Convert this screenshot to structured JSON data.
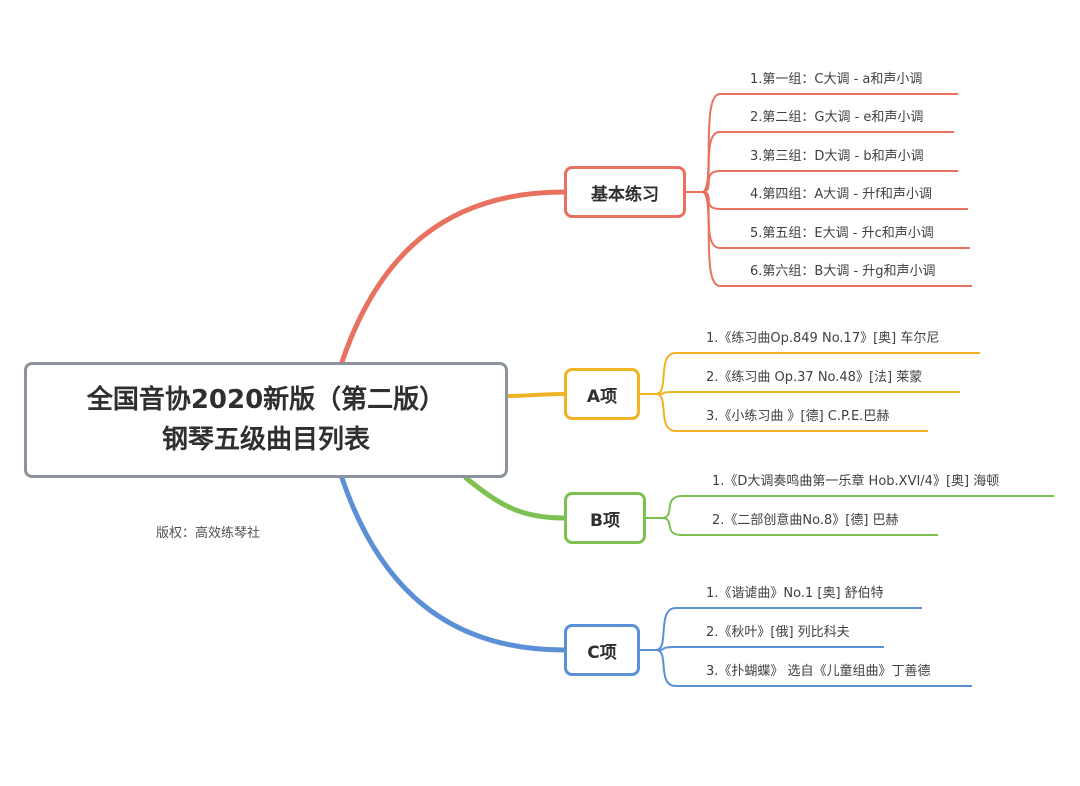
{
  "root": {
    "line1": "全国音协2020新版（第二版）",
    "line2": "钢琴五级曲目列表"
  },
  "copyright": "版权：高效练琴社",
  "branches": [
    {
      "label": "基本练习",
      "color": "#e8725f",
      "items": [
        "1.第一组：C大调 - a和声小调",
        "2.第二组：G大调 - e和声小调",
        "3.第三组：D大调 - b和声小调",
        "4.第四组：A大调 - 升f和声小调",
        "5.第五组：E大调 - 升c和声小调",
        "6.第六组：B大调 - 升g和声小调"
      ]
    },
    {
      "label": "A项",
      "color": "#f0b323",
      "items": [
        "1.《练习曲Op.849 No.17》[奥]  车尔尼",
        "2.《练习曲 Op.37 No.48》[法]  莱蒙",
        "3.《小练习曲 》[德]  C.P.E.巴赫"
      ]
    },
    {
      "label": "B项",
      "color": "#7cc152",
      "items": [
        "1.《D大调奏鸣曲第一乐章 Hob.XVI/4》[奥]  海顿",
        "2.《二部创意曲No.8》[德]  巴赫"
      ]
    },
    {
      "label": "C项",
      "color": "#5b8fd6",
      "items": [
        "1.《谐谑曲》No.1 [奥]  舒伯特",
        "2.《秋叶》[俄]  列比科夫",
        "3.《扑蝴蝶》 选自《儿童组曲》丁善德"
      ]
    }
  ]
}
